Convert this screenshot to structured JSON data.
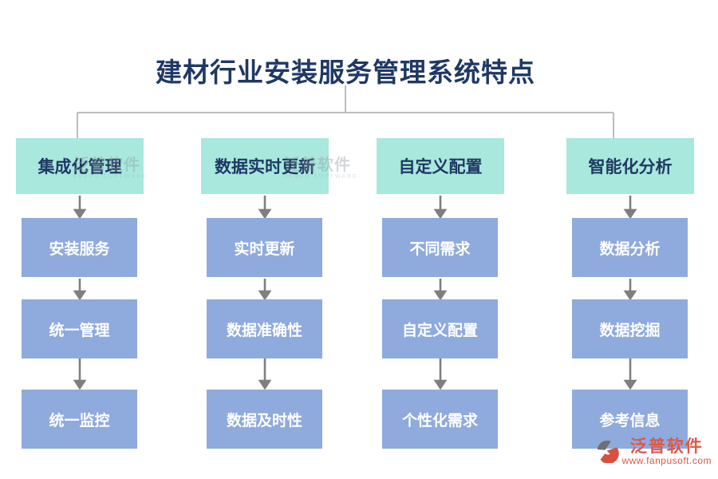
{
  "title": "建材行业安装服务管理系统特点",
  "columns": [
    {
      "header": "集成化管理",
      "items": [
        "安装服务",
        "统一管理",
        "统一监控"
      ]
    },
    {
      "header": "数据实时更新",
      "items": [
        "实时更新",
        "数据准确性",
        "数据及时性"
      ]
    },
    {
      "header": "自定义配置",
      "items": [
        "不同需求",
        "自定义配置",
        "个性化需求"
      ]
    },
    {
      "header": "智能化分析",
      "items": [
        "数据分析",
        "数据挖掘",
        "参考信息"
      ]
    }
  ],
  "watermark": {
    "text": "泛普软件",
    "subtext": "FANPU SOFTWARE"
  },
  "logo": {
    "name": "泛普软件",
    "url": "www.fanpusoft.com"
  },
  "colors": {
    "title_text": "#1f3864",
    "header_bg": "#a9e8dc",
    "header_text": "#1f3864",
    "item_bg": "#8faadc",
    "item_text": "#ffffff",
    "connector_line": "#bdbdbd",
    "arrow": "#7f7f7f",
    "logo_red": "#e05746"
  }
}
